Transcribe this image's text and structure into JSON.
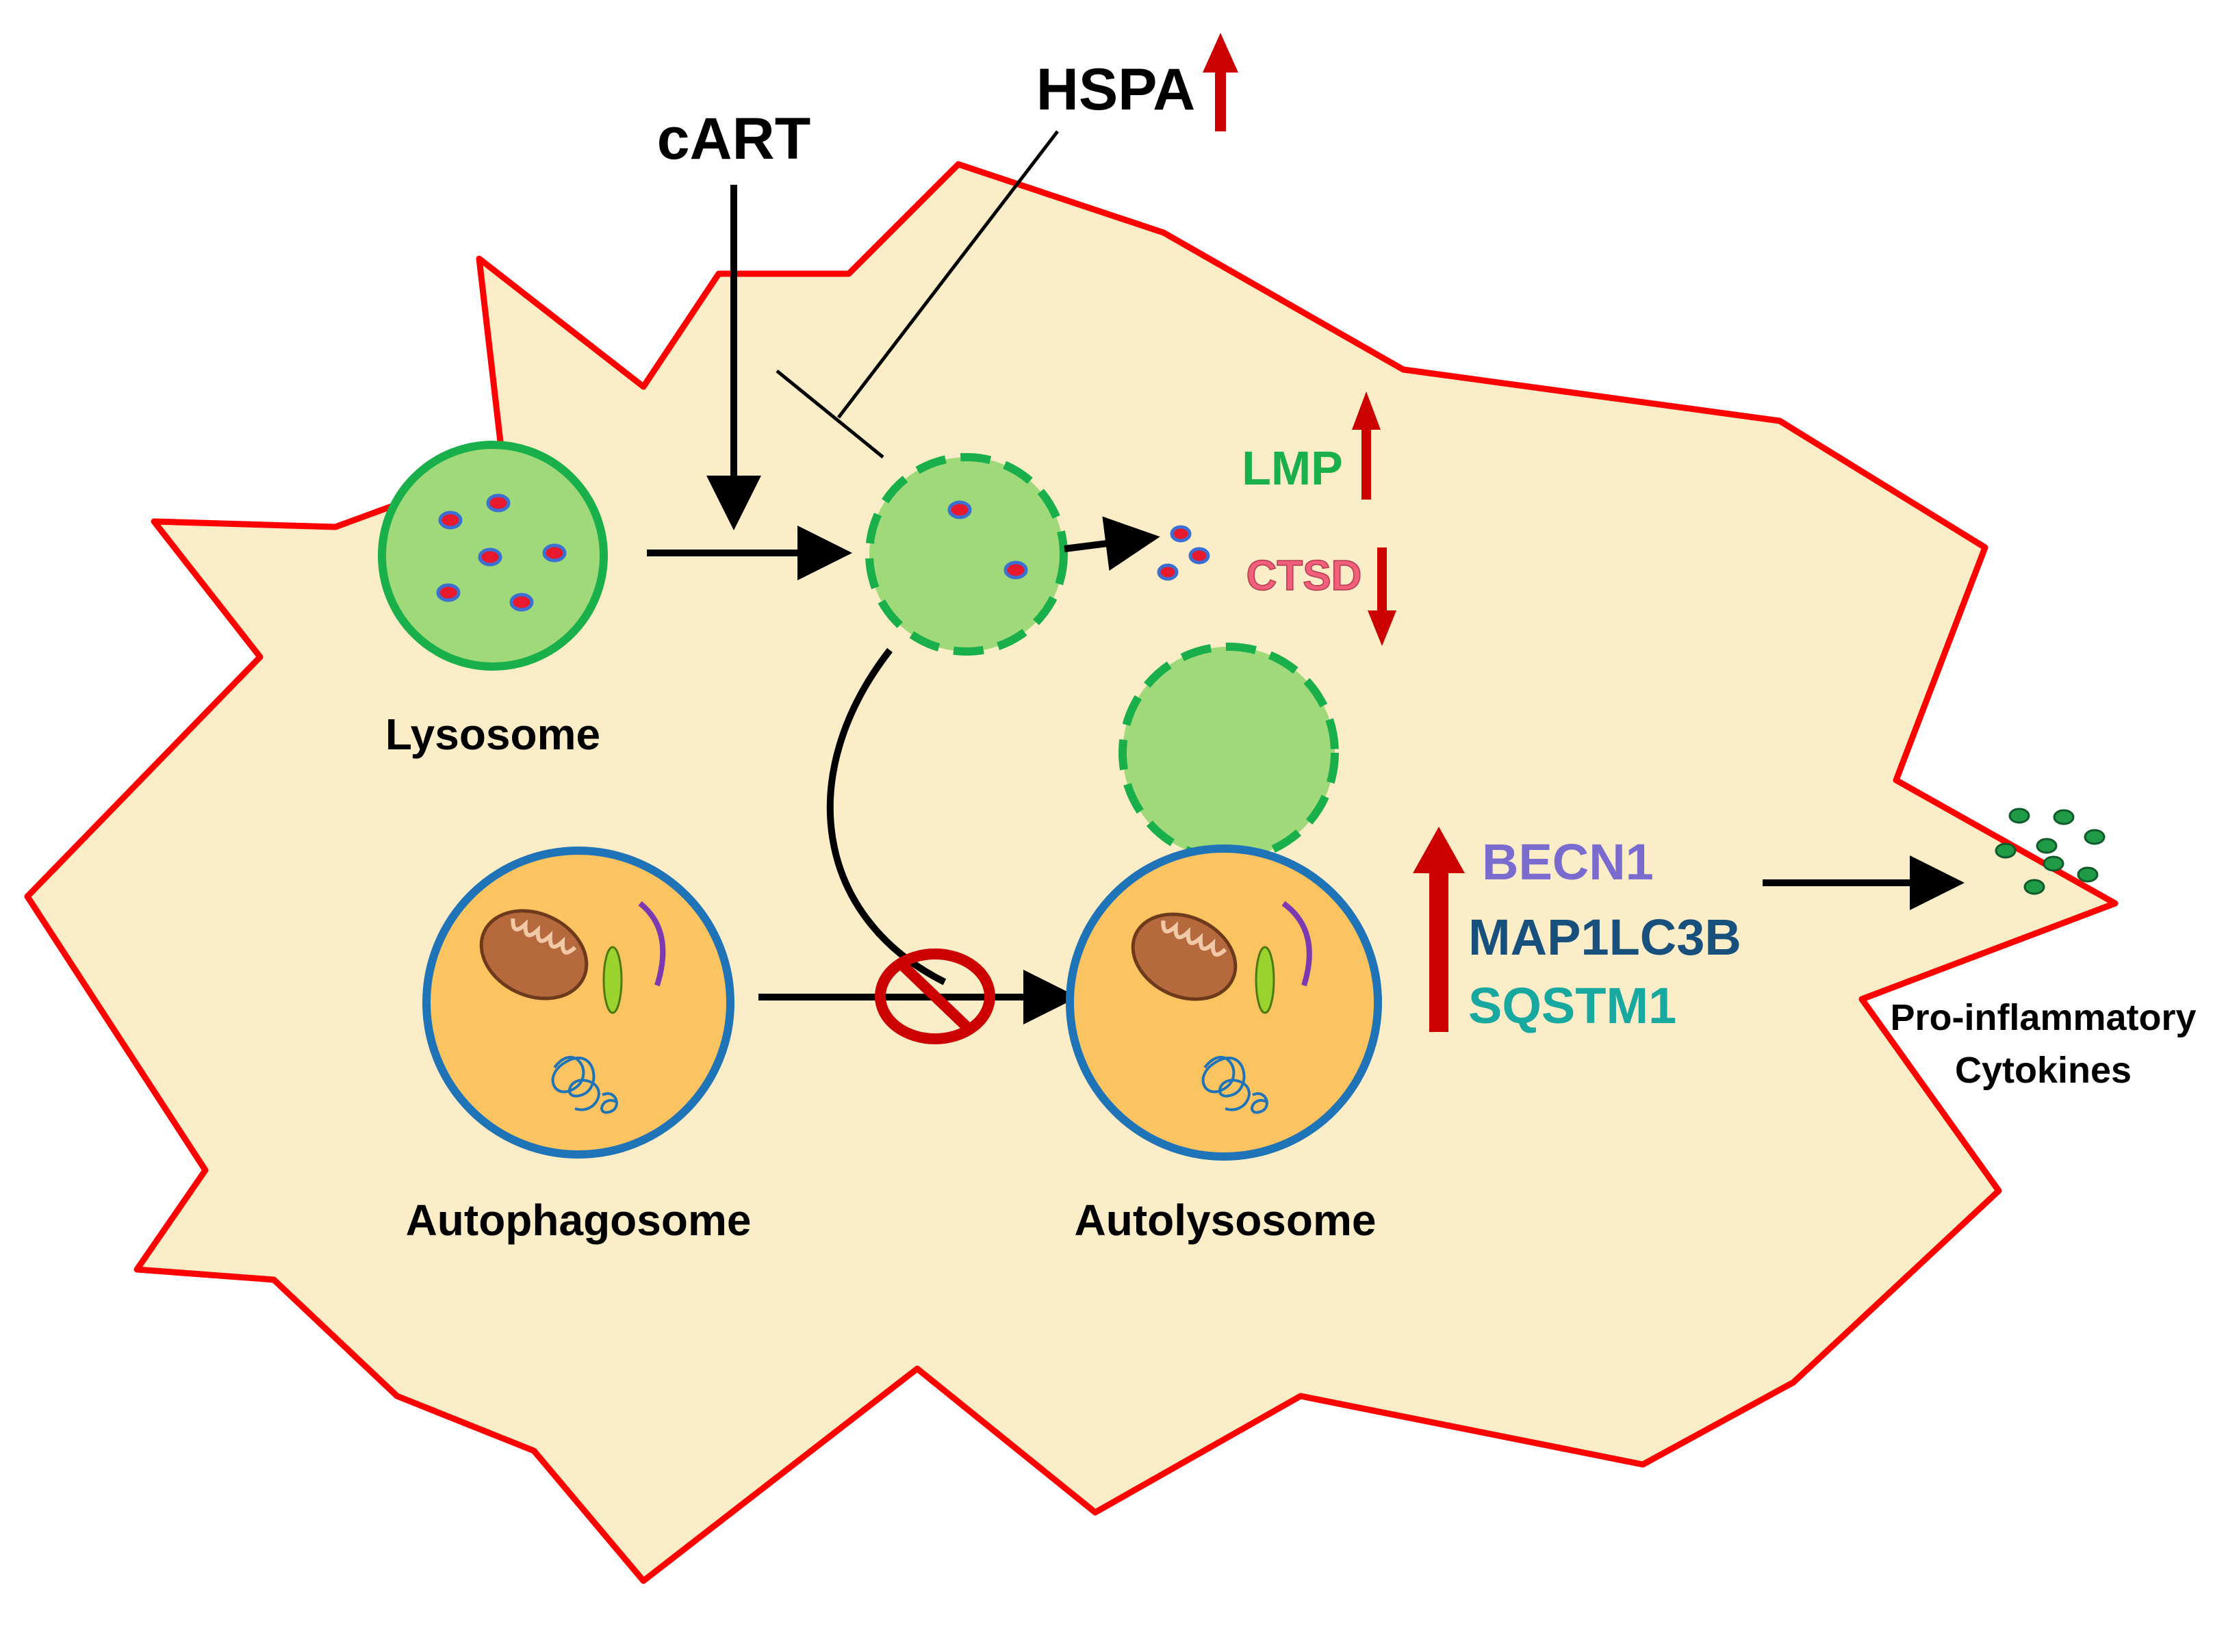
{
  "labels": {
    "cart": "cART",
    "hspa": "HSPA",
    "lysosome": "Lysosome",
    "autophagosome": "Autophagosome",
    "autolysosome": "Autolysosome",
    "lmp": "LMP",
    "ctsd": "CTSD",
    "becn1": "BECN1",
    "map1lc3b": "MAP1LC3B",
    "sqstm1": "SQSTM1",
    "cytokines_line1": "Pro-inflammatory",
    "cytokines_line2": "Cytokines"
  },
  "colors": {
    "cell_fill": "#fcedc9",
    "cell_border": "#ff0000",
    "lysosome_fill": "#9fd97a",
    "lysosome_border": "#19b04b",
    "autophagosome_fill": "#fbc461",
    "autophagosome_border": "#1f74b8",
    "up_down_arrow": "#cc0000",
    "lmp_text": "#19b04b",
    "ctsd_text": "#f0607a",
    "becn1_text": "#7a6bcf",
    "map1lc3b_text": "#17507c",
    "sqstm1_text": "#17a8a0",
    "inhibit_sign": "#cc0000",
    "cytokine_dots": "#1f9a46"
  },
  "icons": [
    "mitochondrion-icon",
    "chromatin-icon",
    "prohibition-icon",
    "up-arrow-icon",
    "down-arrow-icon"
  ]
}
